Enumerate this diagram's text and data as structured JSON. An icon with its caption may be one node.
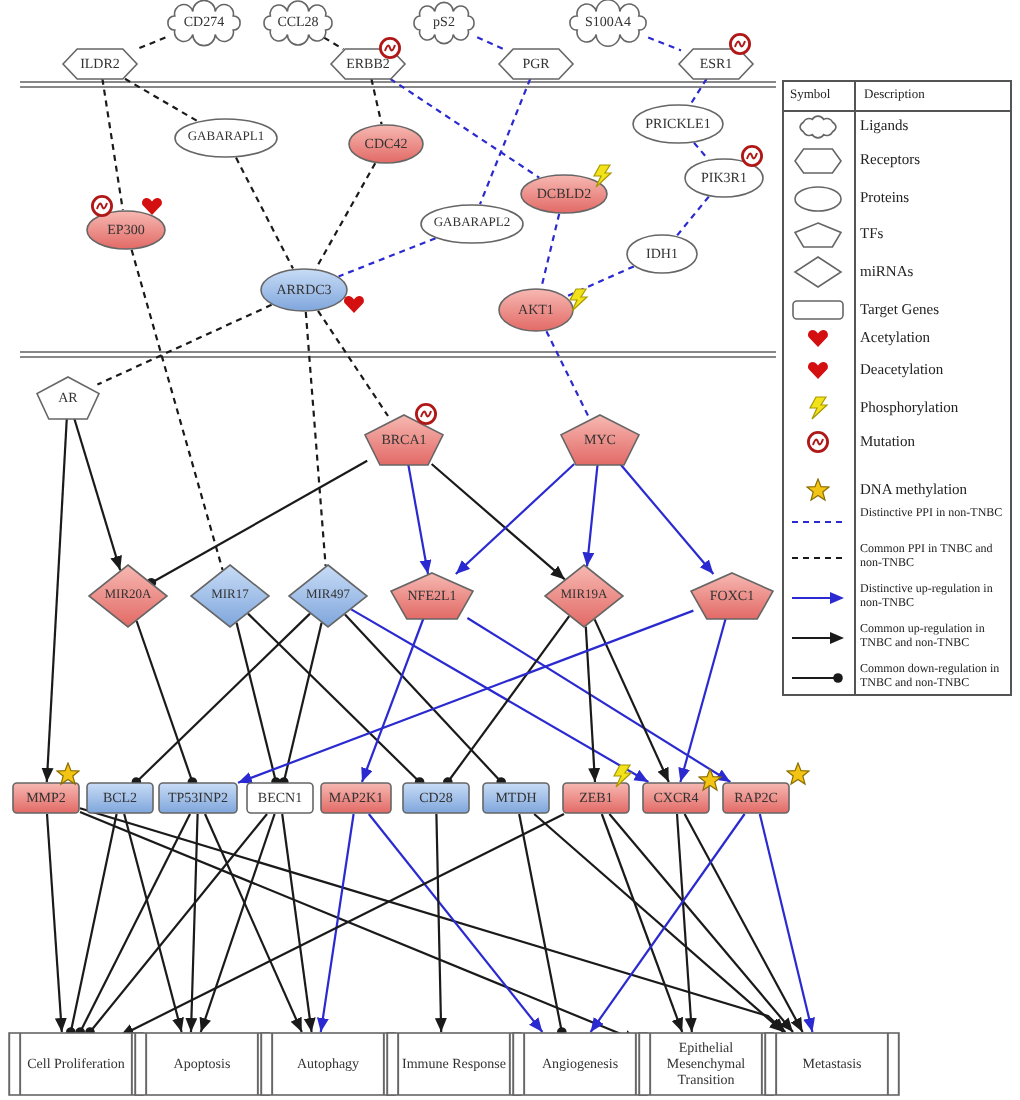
{
  "diagram": {
    "nodes": [
      {
        "text": [
          "CD274"
        ]
      },
      {
        "text": [
          "CCL28"
        ]
      },
      {
        "text": [
          "pS2"
        ]
      },
      {
        "text": [
          "S100A4"
        ]
      },
      {
        "text": [
          "ILDR2"
        ]
      },
      {
        "text": [
          "ERBB2"
        ]
      },
      {
        "text": [
          "PGR"
        ]
      },
      {
        "text": [
          "ESR1"
        ]
      },
      {
        "text": [
          "GABARAPL1"
        ]
      },
      {
        "text": [
          "CDC42"
        ]
      },
      {
        "text": [
          "PRICKLE1"
        ]
      },
      {
        "text": [
          "DCBLD2"
        ]
      },
      {
        "text": [
          "PIK3R1"
        ]
      },
      {
        "text": [
          "EP300"
        ]
      },
      {
        "text": [
          "GABARAPL2"
        ]
      },
      {
        "text": [
          "IDH1"
        ]
      },
      {
        "text": [
          "ARRDC3"
        ]
      },
      {
        "text": [
          "AKT1"
        ]
      },
      {
        "text": [
          "AR"
        ]
      },
      {
        "text": [
          "BRCA1"
        ]
      },
      {
        "text": [
          "MYC"
        ]
      },
      {
        "text": [
          "MIR20A"
        ]
      },
      {
        "text": [
          "MIR17"
        ]
      },
      {
        "text": [
          "MIR497"
        ]
      },
      {
        "text": [
          "NFE2L1"
        ]
      },
      {
        "text": [
          "MIR19A"
        ]
      },
      {
        "text": [
          "FOXC1"
        ]
      },
      {
        "text": [
          "MMP2"
        ]
      },
      {
        "text": [
          "BCL2"
        ]
      },
      {
        "text": [
          "TP53INP2"
        ]
      },
      {
        "text": [
          "BECN1"
        ]
      },
      {
        "text": [
          "MAP2K1"
        ]
      },
      {
        "text": [
          "CD28"
        ]
      },
      {
        "text": [
          "MTDH"
        ]
      },
      {
        "text": [
          "ZEB1"
        ]
      },
      {
        "text": [
          "CXCR4"
        ]
      },
      {
        "text": [
          "RAP2C"
        ]
      },
      {
        "text": [
          "Cell Proliferation"
        ]
      },
      {
        "text": [
          "Apoptosis"
        ]
      },
      {
        "text": [
          "Autophagy"
        ]
      },
      {
        "text": [
          "Immune Response"
        ]
      },
      {
        "text": [
          "Angiogenesis"
        ]
      },
      {
        "text": [
          "Epithelial Mesenchymal Transition"
        ]
      },
      {
        "text": [
          "Metastasis"
        ]
      }
    ],
    "edges": [
      {
        "from": 0,
        "to": 4,
        "arrow": "none",
        "style": "dashed"
      },
      {
        "from": 1,
        "to": 5,
        "arrow": "none",
        "style": "dashed"
      },
      {
        "from": 4,
        "to": 8,
        "arrow": "none",
        "style": "dashed"
      },
      {
        "from": 4,
        "to": 13,
        "arrow": "none",
        "style": "dashed"
      },
      {
        "from": 13,
        "to": 22,
        "arrow": "none",
        "style": "dashed"
      },
      {
        "from": 8,
        "to": 16,
        "arrow": "none",
        "style": "dashed"
      },
      {
        "from": 5,
        "to": 9,
        "arrow": "none",
        "style": "dashed"
      },
      {
        "from": 9,
        "to": 16,
        "arrow": "none",
        "style": "dashed"
      },
      {
        "from": 16,
        "to": 18,
        "arrow": "none",
        "style": "dashed"
      },
      {
        "from": 16,
        "to": 23,
        "arrow": "none",
        "style": "dashed"
      },
      {
        "from": 16,
        "to": 19,
        "arrow": "none",
        "style": "dashed"
      },
      {
        "from": 2,
        "to": 6,
        "arrow": "none",
        "style": "dashed",
        "color": "#2a2ad0"
      },
      {
        "from": 6,
        "to": 14,
        "arrow": "none",
        "style": "dashed",
        "color": "#2a2ad0"
      },
      {
        "from": 14,
        "to": 16,
        "arrow": "none",
        "style": "dashed",
        "color": "#2a2ad0"
      },
      {
        "from": 5,
        "to": 11,
        "arrow": "none",
        "style": "dashed",
        "color": "#2a2ad0"
      },
      {
        "from": 11,
        "to": 17,
        "arrow": "none",
        "style": "dashed",
        "color": "#2a2ad0"
      },
      {
        "from": 3,
        "to": 7,
        "arrow": "none",
        "style": "dashed",
        "color": "#2a2ad0"
      },
      {
        "from": 7,
        "to": 10,
        "arrow": "none",
        "style": "dashed",
        "color": "#2a2ad0"
      },
      {
        "from": 10,
        "to": 12,
        "arrow": "none",
        "style": "dashed",
        "color": "#2a2ad0"
      },
      {
        "from": 12,
        "to": 15,
        "arrow": "none",
        "style": "dashed",
        "color": "#2a2ad0"
      },
      {
        "from": 15,
        "to": 17,
        "arrow": "none",
        "style": "dashed",
        "color": "#2a2ad0"
      },
      {
        "from": 17,
        "to": 20,
        "arrow": "none",
        "style": "dashed",
        "color": "#2a2ad0"
      },
      {
        "from": 18,
        "to": 21,
        "arrow": "to"
      },
      {
        "from": 18,
        "to": 27,
        "arrow": "to"
      },
      {
        "from": 19,
        "to": 21,
        "arrow": "other"
      },
      {
        "from": 19,
        "to": 25,
        "arrow": "to"
      },
      {
        "from": 19,
        "to": 24,
        "arrow": "to",
        "color": "#2a2ad0"
      },
      {
        "from": 20,
        "to": 24,
        "arrow": "to",
        "color": "#2a2ad0"
      },
      {
        "from": 20,
        "to": 25,
        "arrow": "to",
        "color": "#2a2ad0"
      },
      {
        "from": 20,
        "to": 26,
        "arrow": "to",
        "color": "#2a2ad0"
      },
      {
        "from": 21,
        "to": 29,
        "arrow": "other"
      },
      {
        "from": 22,
        "to": 30,
        "arrow": "other"
      },
      {
        "from": 22,
        "to": 32,
        "arrow": "other"
      },
      {
        "from": 23,
        "to": 28,
        "arrow": "other"
      },
      {
        "from": 23,
        "to": 30,
        "arrow": "other"
      },
      {
        "from": 23,
        "to": 33,
        "arrow": "other"
      },
      {
        "from": 23,
        "to": 35,
        "arrow": "to",
        "color": "#2a2ad0"
      },
      {
        "from": 24,
        "to": 31,
        "arrow": "to",
        "color": "#2a2ad0"
      },
      {
        "from": 24,
        "to": 36,
        "arrow": "to",
        "color": "#2a2ad0"
      },
      {
        "from": 25,
        "to": 32,
        "arrow": "other"
      },
      {
        "from": 25,
        "to": 34,
        "arrow": "to"
      },
      {
        "from": 25,
        "to": 35,
        "arrow": "to"
      },
      {
        "from": 26,
        "to": 29,
        "arrow": "to",
        "color": "#2a2ad0"
      },
      {
        "from": 26,
        "to": 35,
        "arrow": "to",
        "color": "#2a2ad0"
      },
      {
        "from": 27,
        "to": 37,
        "arrow": "to"
      },
      {
        "from": 27,
        "to": 42,
        "arrow": "to"
      },
      {
        "from": 27,
        "to": 43,
        "arrow": "to"
      },
      {
        "from": 28,
        "to": 37,
        "arrow": "other"
      },
      {
        "from": 28,
        "to": 38,
        "arrow": "to"
      },
      {
        "from": 29,
        "to": 37,
        "arrow": "other"
      },
      {
        "from": 29,
        "to": 38,
        "arrow": "to"
      },
      {
        "from": 29,
        "to": 39,
        "arrow": "to"
      },
      {
        "from": 30,
        "to": 37,
        "arrow": "other"
      },
      {
        "from": 30,
        "to": 38,
        "arrow": "to"
      },
      {
        "from": 30,
        "to": 39,
        "arrow": "to"
      },
      {
        "from": 31,
        "to": 39,
        "arrow": "to",
        "color": "#2a2ad0"
      },
      {
        "from": 31,
        "to": 41,
        "arrow": "to",
        "color": "#2a2ad0"
      },
      {
        "from": 32,
        "to": 40,
        "arrow": "to"
      },
      {
        "from": 33,
        "to": 41,
        "arrow": "other"
      },
      {
        "from": 33,
        "to": 43,
        "arrow": "to"
      },
      {
        "from": 34,
        "to": 37,
        "arrow": "to"
      },
      {
        "from": 34,
        "to": 42,
        "arrow": "to"
      },
      {
        "from": 34,
        "to": 43,
        "arrow": "to"
      },
      {
        "from": 35,
        "to": 42,
        "arrow": "to"
      },
      {
        "from": 35,
        "to": 43,
        "arrow": "to"
      },
      {
        "from": 36,
        "to": 41,
        "arrow": "to",
        "color": "#2a2ad0"
      },
      {
        "from": 36,
        "to": 43,
        "arrow": "to",
        "color": "#2a2ad0"
      }
    ],
    "labels": [
      "Symbol",
      "Description"
    ],
    "legend": [
      {
        "text": "Ligands"
      },
      {
        "text": "Receptors"
      },
      {
        "text": "Proteins"
      },
      {
        "text": "TFs"
      },
      {
        "text": "miRNAs"
      },
      {
        "text": "Target Genes"
      },
      {
        "text": "Acetylation"
      },
      {
        "text": "Deacetylation"
      },
      {
        "text": "Phosphorylation"
      },
      {
        "text": "Mutation"
      },
      {
        "text": "DNA methylation"
      },
      {
        "text": "Distinctive PPI in non-TNBC"
      },
      {
        "text": "Common PPI in TNBC and non-TNBC"
      },
      {
        "text": "Distinctive up-regulation in non-TNBC"
      },
      {
        "text": "Common up-regulation in TNBC and non-TNBC"
      },
      {
        "text": "Common down-regulation in TNBC and non-TNBC"
      }
    ]
  }
}
